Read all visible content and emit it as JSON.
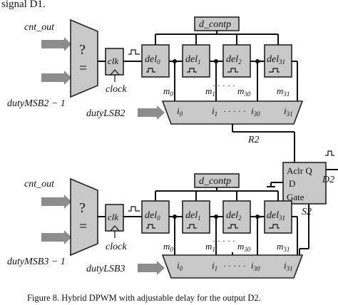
{
  "header_fragment": "signal D1.",
  "top": {
    "cnt_out": "cnt_out",
    "comparator": "?\n=",
    "duty_msb": "dutyMSB2 − 1",
    "clk": "clk",
    "clock": "clock",
    "d_contp": "d_contp",
    "del_main": "del",
    "del_subs": [
      "0",
      "1",
      "2",
      "31"
    ],
    "m_labels_main": "m",
    "m_subs": [
      "0",
      "1",
      "30",
      "31"
    ],
    "duty_lsb": "dutyLSB2",
    "i0": "i0",
    "i1": "i1",
    "dots": "· · · · ·",
    "i30": "i30",
    "i31": "i31",
    "r_label": "R2"
  },
  "bottom": {
    "cnt_out": "cnt_out",
    "comparator": "?\n=",
    "duty_msb": "dutyMSB3 − 1",
    "clk": "clk",
    "clock": "clock",
    "d_contp": "d_contp",
    "del_main": "del",
    "del_subs": [
      "0",
      "1",
      "2",
      "31"
    ],
    "m_labels_main": "m",
    "m_subs": [
      "0",
      "1",
      "30",
      "31"
    ],
    "duty_lsb": "dutyLSB3",
    "i0": "i0",
    "i1": "i1",
    "dots": "· · · · ·",
    "i30": "i30",
    "i31": "i31",
    "s_label": "S2"
  },
  "gate": {
    "line1": "Aclr Q",
    "line2": "D",
    "line3": "Gate",
    "output": "D2"
  },
  "caption": "Figure 8. Hybrid DPWM with adjustable delay for the output D2."
}
